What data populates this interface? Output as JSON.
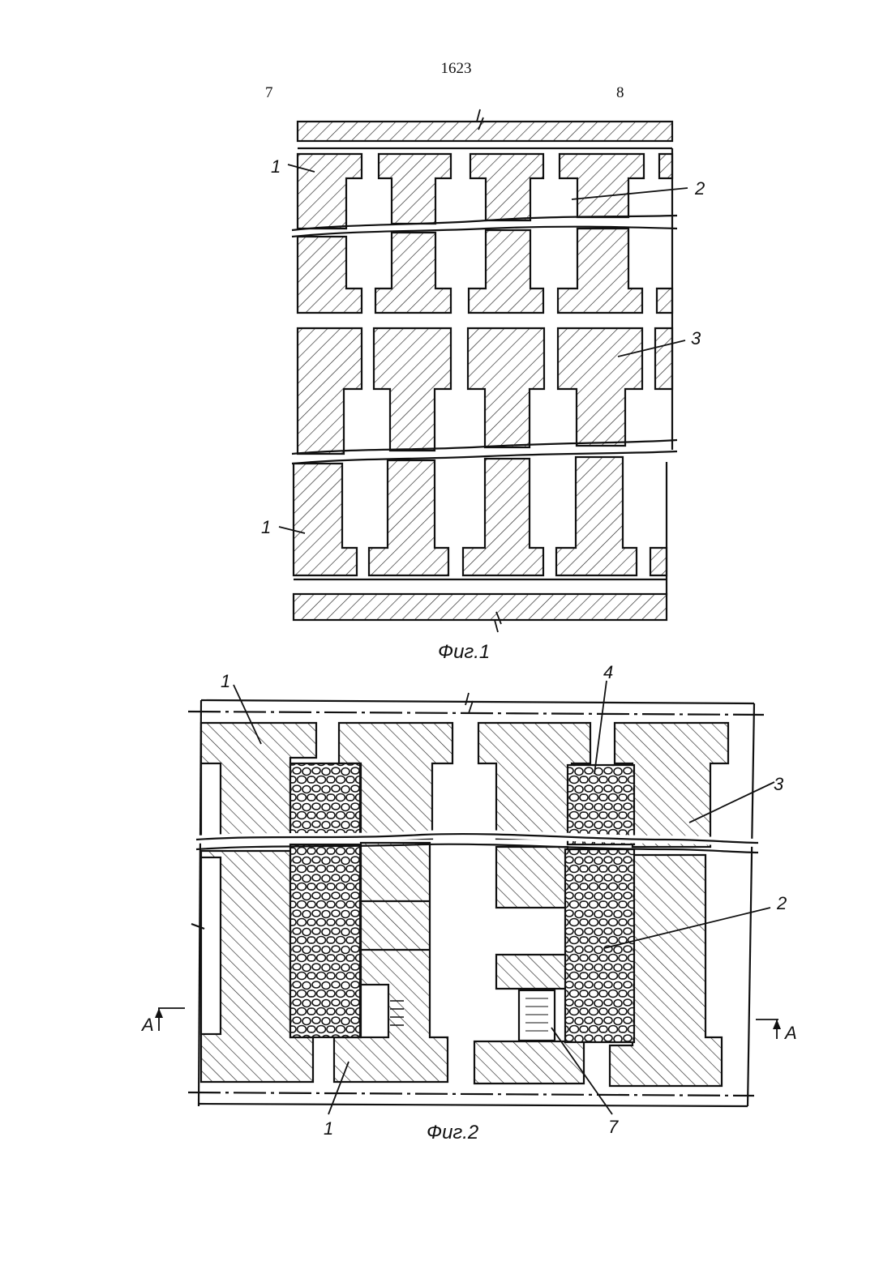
{
  "header": {
    "page_number": "1623",
    "column_left": "7",
    "column_right": "8"
  },
  "figure1": {
    "caption": "Фиг.1",
    "labels": [
      "1",
      "2",
      "3",
      "1"
    ]
  },
  "figure2": {
    "caption": "Фиг.2",
    "labels": [
      "1",
      "4",
      "3",
      "2",
      "1",
      "7"
    ],
    "section_left": "A",
    "section_right": "A"
  }
}
